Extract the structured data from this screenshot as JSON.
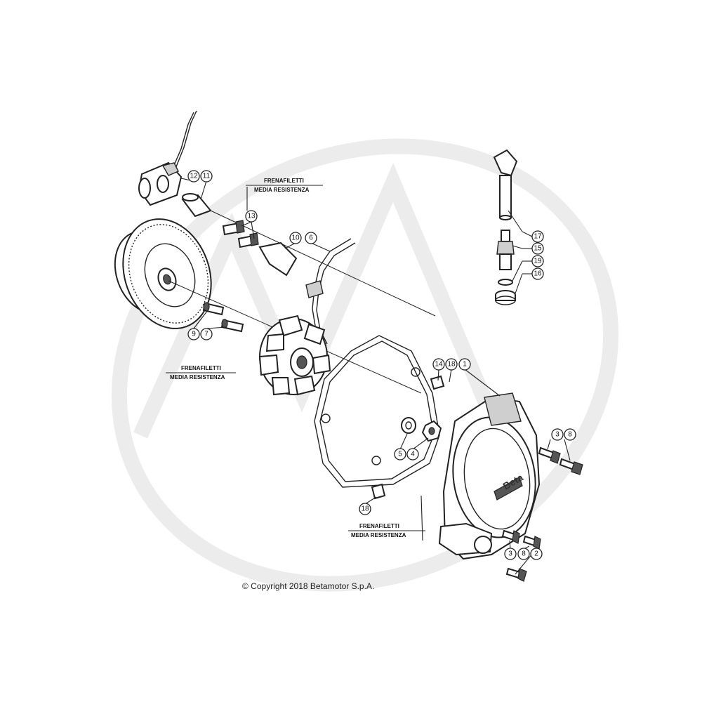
{
  "callouts": [
    {
      "id": "c12",
      "label": "12"
    },
    {
      "id": "c11",
      "label": "11"
    },
    {
      "id": "c13",
      "label": "13"
    },
    {
      "id": "c10",
      "label": "10"
    },
    {
      "id": "c6",
      "label": "6"
    },
    {
      "id": "c9",
      "label": "9"
    },
    {
      "id": "c7",
      "label": "7"
    },
    {
      "id": "c14",
      "label": "14"
    },
    {
      "id": "c18a",
      "label": "18"
    },
    {
      "id": "c1",
      "label": "1"
    },
    {
      "id": "c5",
      "label": "5"
    },
    {
      "id": "c4",
      "label": "4"
    },
    {
      "id": "c3a",
      "label": "3"
    },
    {
      "id": "c8a",
      "label": "8"
    },
    {
      "id": "c18b",
      "label": "18"
    },
    {
      "id": "c3b",
      "label": "3"
    },
    {
      "id": "c8b",
      "label": "8"
    },
    {
      "id": "c2",
      "label": "2"
    },
    {
      "id": "c17",
      "label": "17"
    },
    {
      "id": "c15",
      "label": "15"
    },
    {
      "id": "c19",
      "label": "19"
    },
    {
      "id": "c16",
      "label": "16"
    }
  ],
  "notes": {
    "top": {
      "line1": "FRENAFILETTI",
      "line2": "MEDIA RESISTENZA"
    },
    "left": {
      "line1": "FRENAFILETTI",
      "line2": "MEDIA RESISTENZA"
    },
    "bottom": {
      "line1": "FRENAFILETTI",
      "line2": "MEDIA RESISTENZA"
    }
  },
  "cover_logo": "Beta",
  "copyright": "© Copyright 2018 Betamotor S.p.A."
}
